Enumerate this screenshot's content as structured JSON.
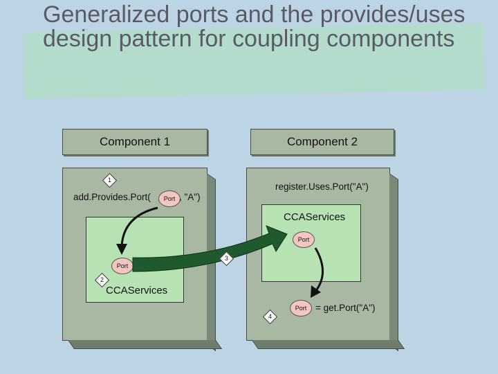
{
  "title": "Generalized ports and the provides/uses design pattern for coupling components",
  "component1": {
    "header": "Component 1",
    "call": "add.Provides.Port(",
    "call_suffix": ", \"A\")",
    "port_label": "Port",
    "inner_port_label": "Port",
    "services_label": "CCAServices"
  },
  "component2": {
    "header": "Component 2",
    "call": "register.Uses.Port(\"A\")",
    "services_label": "CCAServices",
    "inner_port_label": "Port",
    "get_port_label": "Port",
    "get_port_call": "= get.Port(\"A\")"
  },
  "steps": [
    "1",
    "2",
    "3",
    "4"
  ],
  "colors": {
    "background": "#bcd4e4",
    "title_band": "#b4dccc",
    "component": "#a9b8a3",
    "inner": "#b7e2b4",
    "port": "#f4c6c0",
    "big_arrow": "#1f5a2e"
  }
}
